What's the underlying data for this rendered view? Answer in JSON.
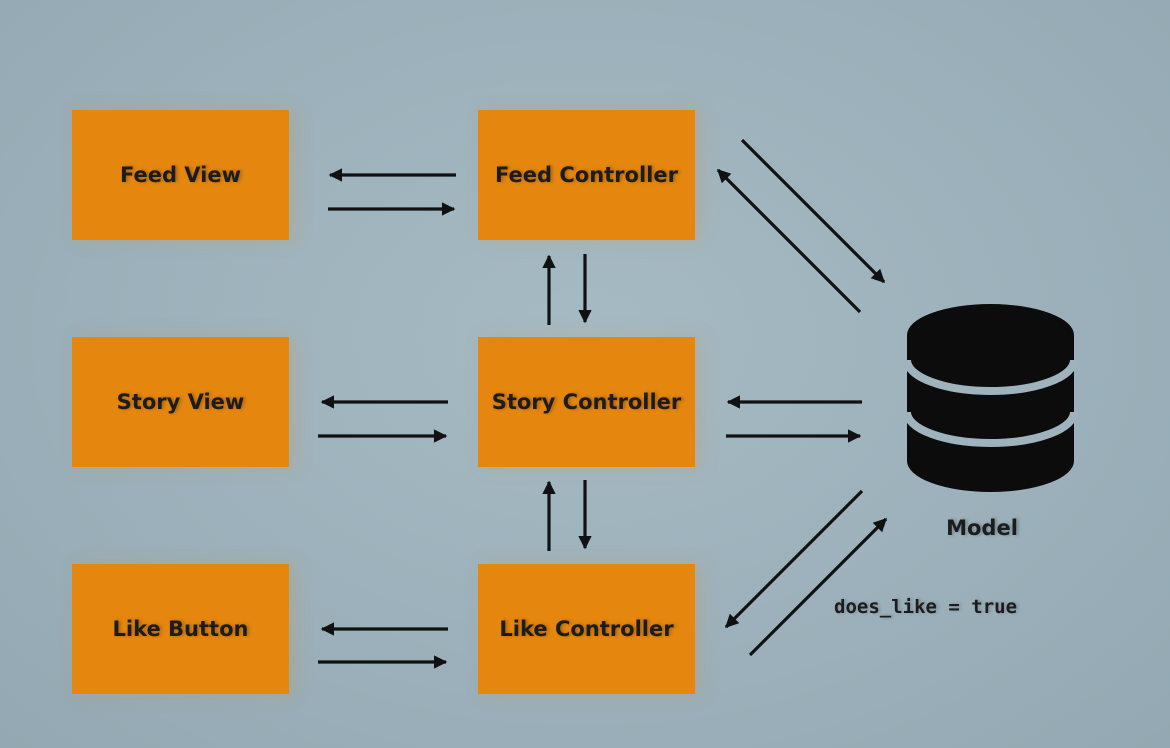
{
  "boxes": {
    "feed_view": "Feed View",
    "story_view": "Story View",
    "like_button": "Like Button",
    "feed_controller": "Feed Controller",
    "story_controller": "Story Controller",
    "like_controller": "Like Controller"
  },
  "model": {
    "label": "Model",
    "icon": "database-icon"
  },
  "annotation": "does_like = true",
  "colors": {
    "box_fill": "#e5860f",
    "arrow": "#111111",
    "background": "#9fb3bc"
  }
}
